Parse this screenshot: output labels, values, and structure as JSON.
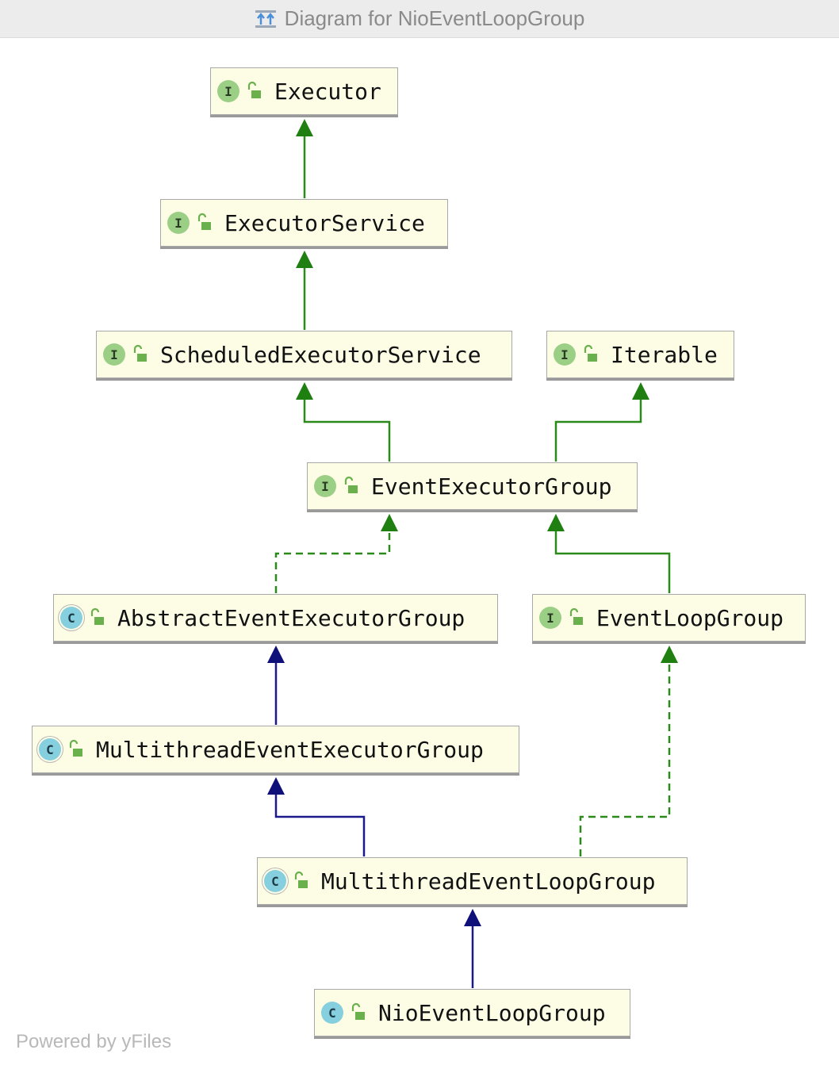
{
  "window": {
    "title": "Diagram for NioEventLoopGroup"
  },
  "footer": {
    "text": "Powered by yFiles"
  },
  "nodes": [
    {
      "id": "executor",
      "label": "Executor",
      "kind": "I"
    },
    {
      "id": "executor_service",
      "label": "ExecutorService",
      "kind": "I"
    },
    {
      "id": "scheduled_executor_service",
      "label": "ScheduledExecutorService",
      "kind": "I"
    },
    {
      "id": "iterable",
      "label": "Iterable",
      "kind": "I"
    },
    {
      "id": "event_executor_group",
      "label": "EventExecutorGroup",
      "kind": "I"
    },
    {
      "id": "abstract_event_executor_group",
      "label": "AbstractEventExecutorGroup",
      "kind": "C"
    },
    {
      "id": "event_loop_group",
      "label": "EventLoopGroup",
      "kind": "I"
    },
    {
      "id": "multithread_event_executor_group",
      "label": "MultithreadEventExecutorGroup",
      "kind": "C"
    },
    {
      "id": "multithread_event_loop_group",
      "label": "MultithreadEventLoopGroup",
      "kind": "C"
    },
    {
      "id": "nio_event_loop_group",
      "label": "NioEventLoopGroup",
      "kind": "C"
    }
  ],
  "edges": [
    {
      "from": "executor_service",
      "to": "executor",
      "type": "interface-extends"
    },
    {
      "from": "scheduled_executor_service",
      "to": "executor_service",
      "type": "interface-extends"
    },
    {
      "from": "event_executor_group",
      "to": "scheduled_executor_service",
      "type": "interface-extends"
    },
    {
      "from": "event_executor_group",
      "to": "iterable",
      "type": "interface-extends"
    },
    {
      "from": "abstract_event_executor_group",
      "to": "event_executor_group",
      "type": "implements"
    },
    {
      "from": "event_loop_group",
      "to": "event_executor_group",
      "type": "interface-extends"
    },
    {
      "from": "multithread_event_executor_group",
      "to": "abstract_event_executor_group",
      "type": "class-extends"
    },
    {
      "from": "multithread_event_loop_group",
      "to": "multithread_event_executor_group",
      "type": "class-extends"
    },
    {
      "from": "multithread_event_loop_group",
      "to": "event_loop_group",
      "type": "implements"
    },
    {
      "from": "nio_event_loop_group",
      "to": "multithread_event_loop_group",
      "type": "class-extends"
    }
  ],
  "colors": {
    "interface_badge": "#9ccf86",
    "class_badge": "#86cfdf",
    "interface_edge": "#2a8a1a",
    "class_edge": "#1a1a8a",
    "node_fill": "#fdfde6"
  }
}
